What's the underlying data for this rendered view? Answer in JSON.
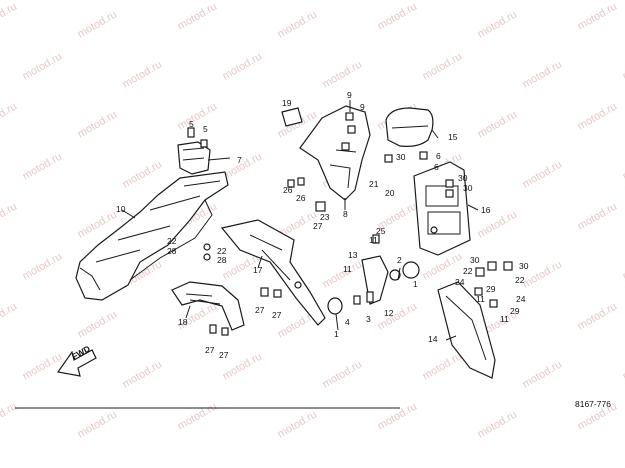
{
  "watermark": "motod.ru",
  "diagram_code": "8167-776",
  "fwd_label": "FWD",
  "callouts": [
    "1",
    "2",
    "3",
    "4",
    "5",
    "6",
    "7",
    "8",
    "9",
    "10",
    "11",
    "12",
    "13",
    "14",
    "15",
    "16",
    "17",
    "18",
    "19",
    "20",
    "21",
    "22",
    "23",
    "24",
    "25",
    "26",
    "27",
    "28",
    "29",
    "30"
  ]
}
